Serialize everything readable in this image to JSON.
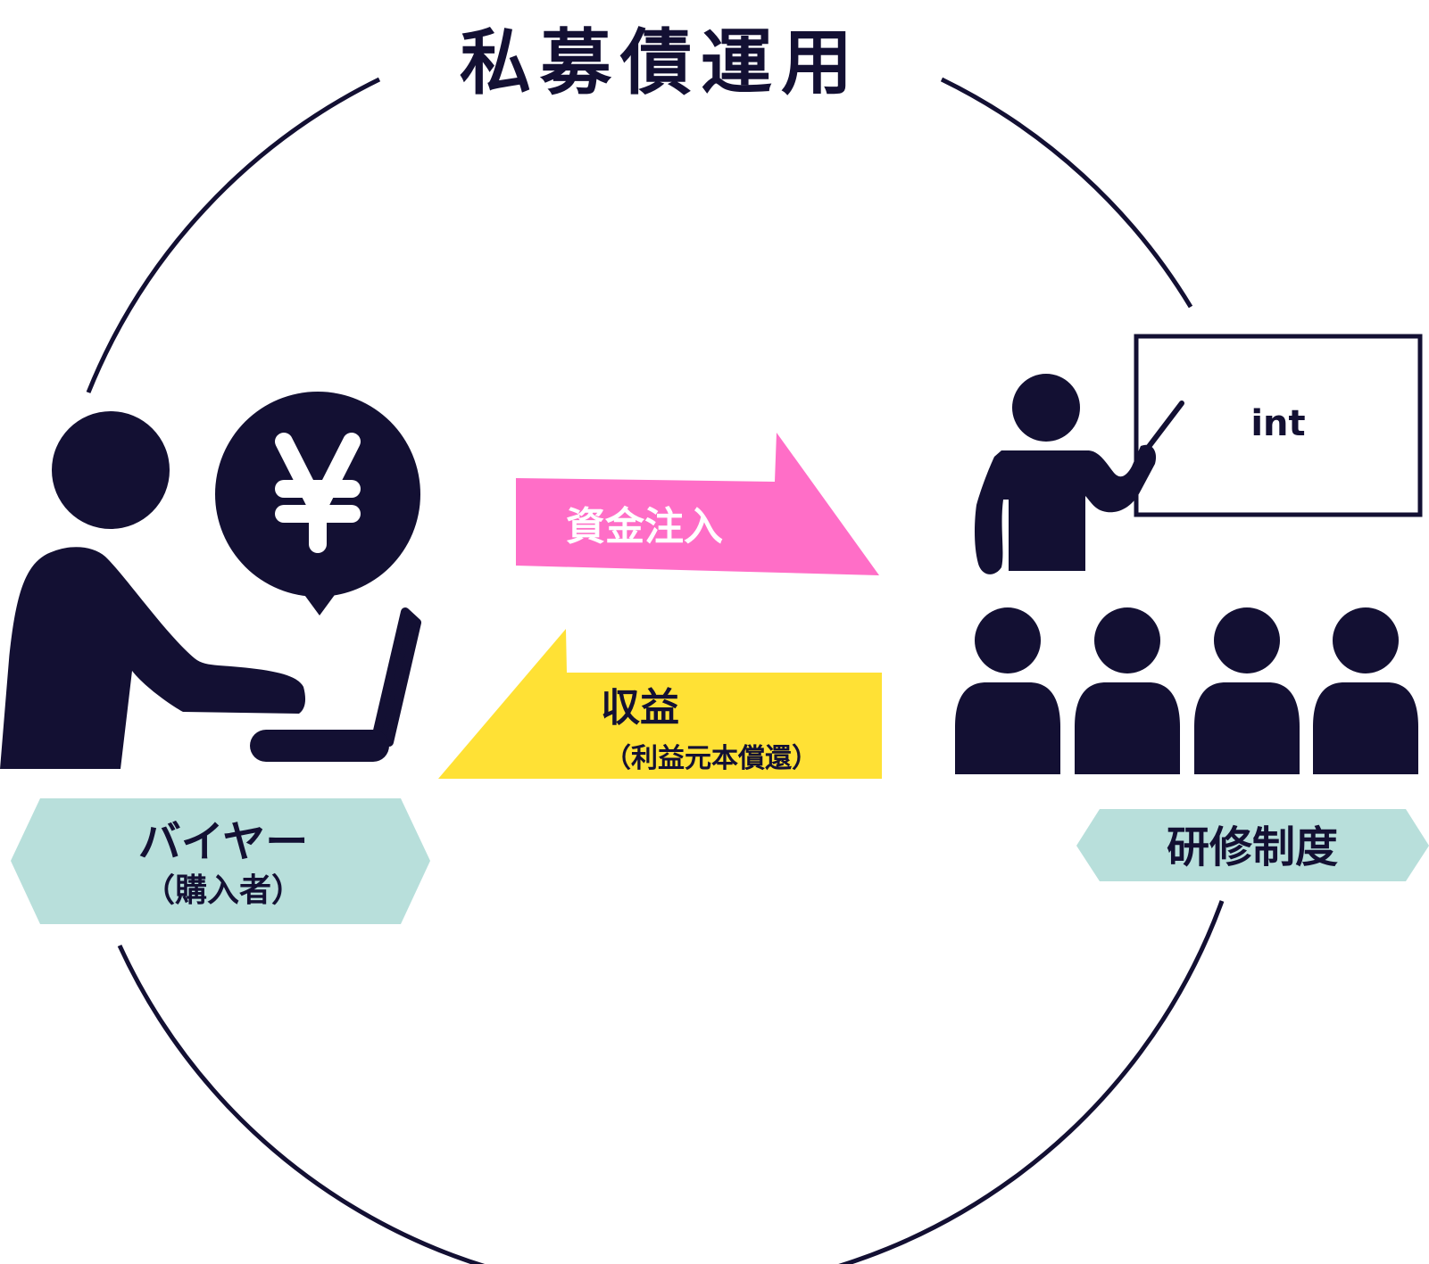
{
  "title": "私募債運用",
  "flows": {
    "funding": {
      "label": "資金注入"
    },
    "returns": {
      "label": "収益",
      "sublabel": "（利益元本償還）"
    }
  },
  "buyer": {
    "label": "バイヤー",
    "sublabel": "（購入者）",
    "speech_icon": "yen-symbol",
    "currency_symbol": "¥"
  },
  "training": {
    "label": "研修制度",
    "board_text": "int"
  },
  "colors": {
    "ink": "#131033",
    "funding_arrow": "#ff6ec7",
    "returns_arrow": "#ffe135",
    "tag": "#b8dfdb",
    "white": "#ffffff"
  }
}
